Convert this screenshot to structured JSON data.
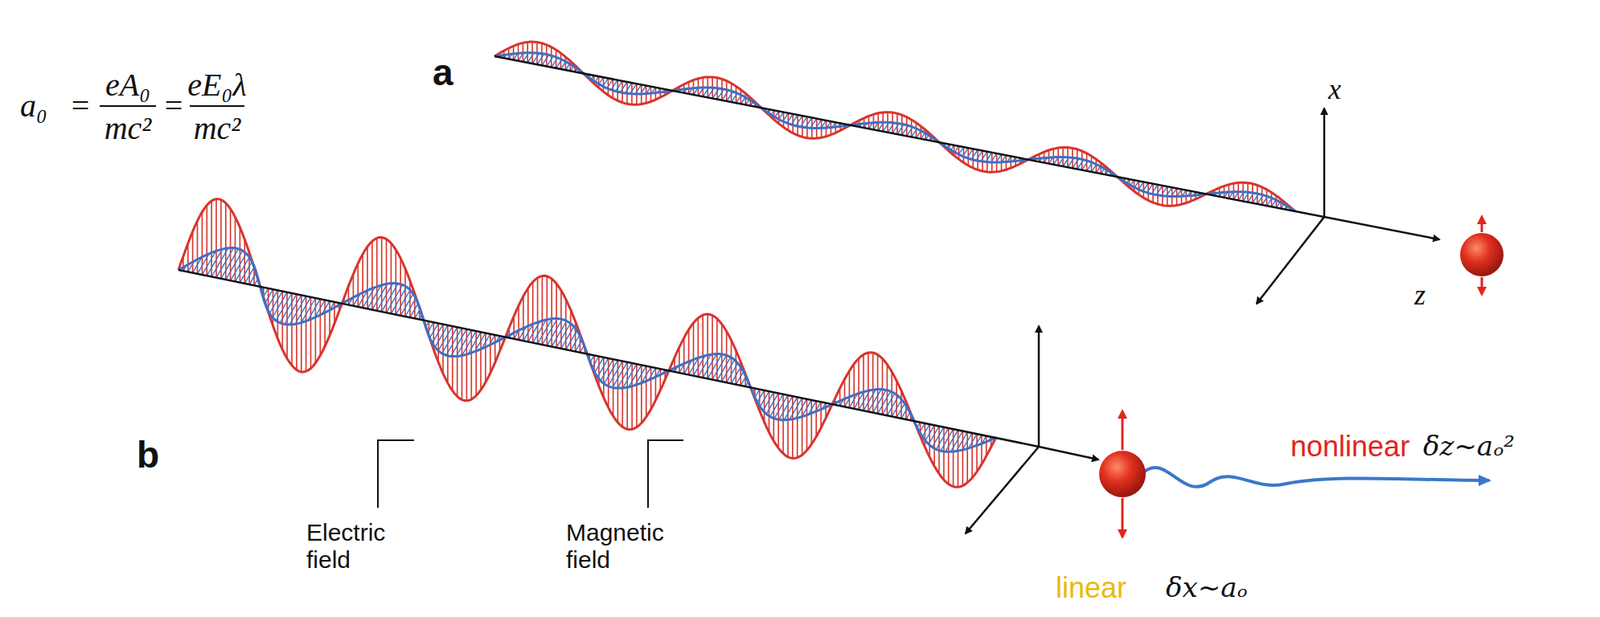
{
  "diagram": {
    "labels": [
      "a₀",
      "=",
      "eA₀",
      "mc²",
      "=",
      "eE₀λ",
      "mc²",
      "a",
      "b",
      "x",
      "z",
      "Electric field",
      "Magnetic field",
      "nonlinear",
      "δz~aₒ²",
      "linear",
      "δx~aₒ"
    ]
  }
}
